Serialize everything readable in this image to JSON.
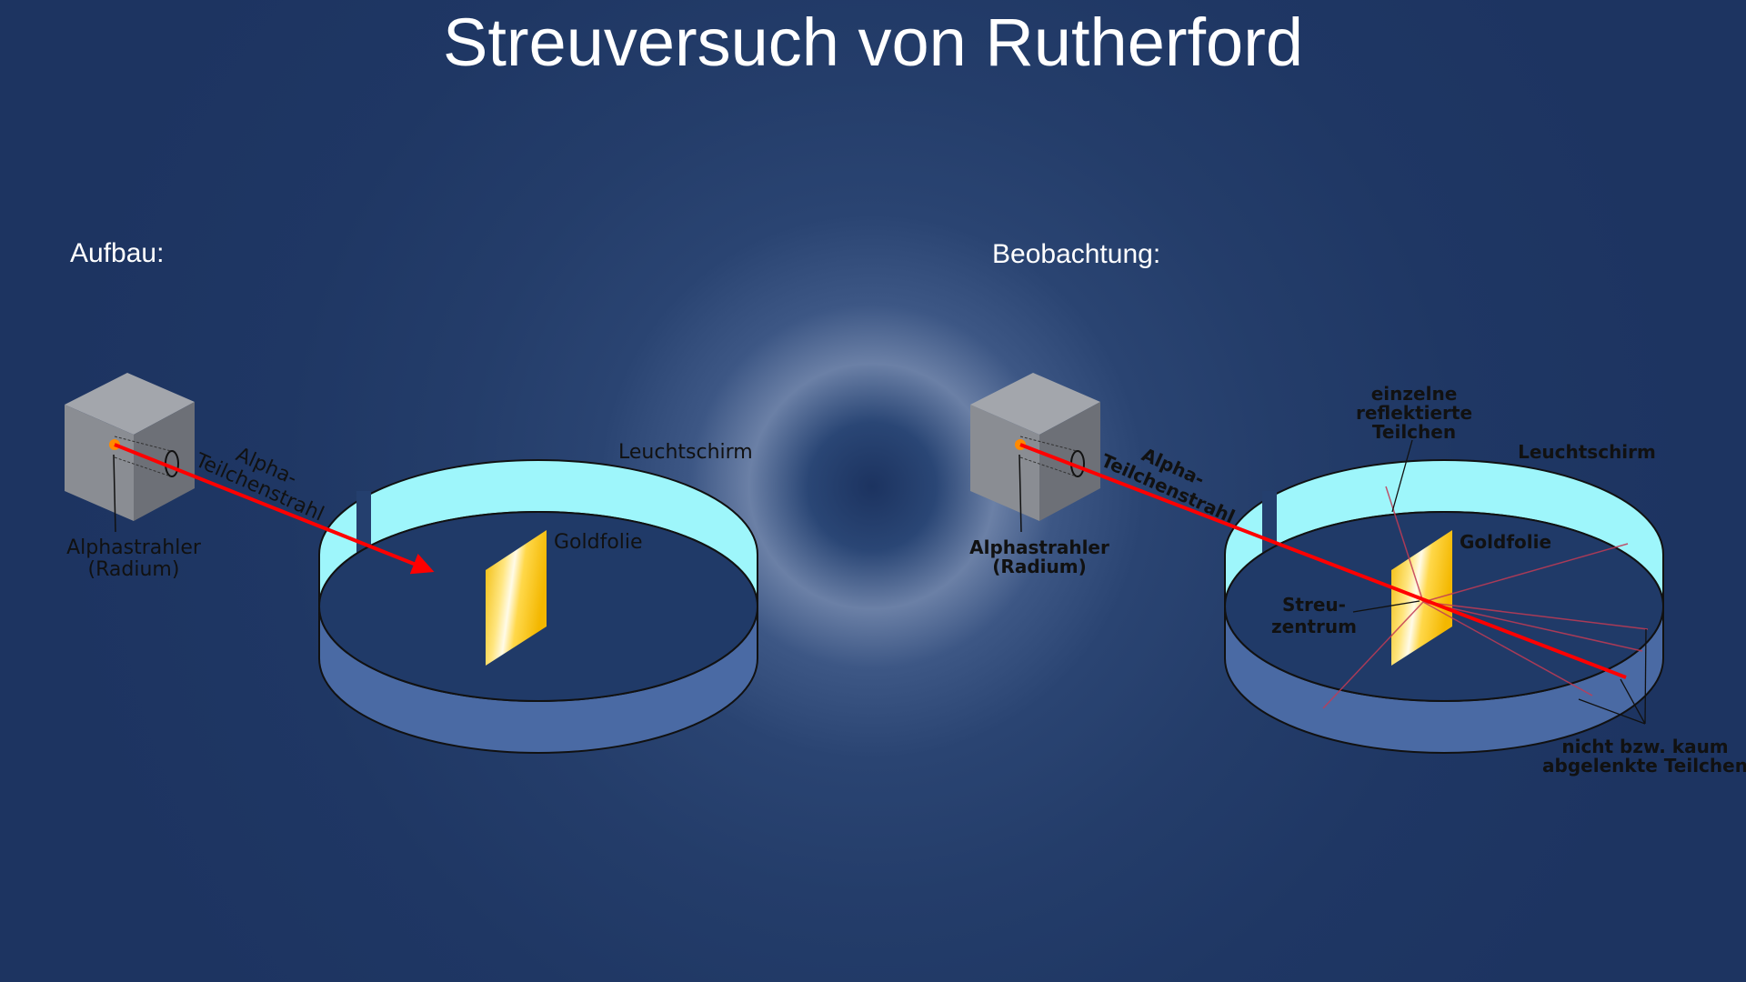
{
  "title": "Streuversuch von Rutherford",
  "left": {
    "heading": "Aufbau:",
    "beam_label": [
      "Alpha-",
      "Teilchenstrahl"
    ],
    "screen_label": "Leuchtschirm",
    "foil_label": "Goldfolie",
    "source_label": [
      "Alphastrahler",
      "(Radium)"
    ]
  },
  "right": {
    "heading": "Beobachtung:",
    "beam_label": [
      "Alpha-",
      "Teilchenstrahl"
    ],
    "screen_label": "Leuchtschirm",
    "foil_label": "Goldfolie",
    "source_label": [
      "Alphastrahler",
      "(Radium)"
    ],
    "reflected_label": [
      "einzelne",
      "reflektierte",
      "Teilchen"
    ],
    "center_label": [
      "Streu-",
      "zentrum"
    ],
    "undeflected_label": [
      "nicht bzw. kaum",
      "abgelenkte Teilchen"
    ]
  },
  "colors": {
    "background": "#1f3764",
    "beam": "#ff0000",
    "screen_back": "#9ef6fb",
    "screen_front": "#4a6aa4",
    "foil": "#f4c21a"
  }
}
